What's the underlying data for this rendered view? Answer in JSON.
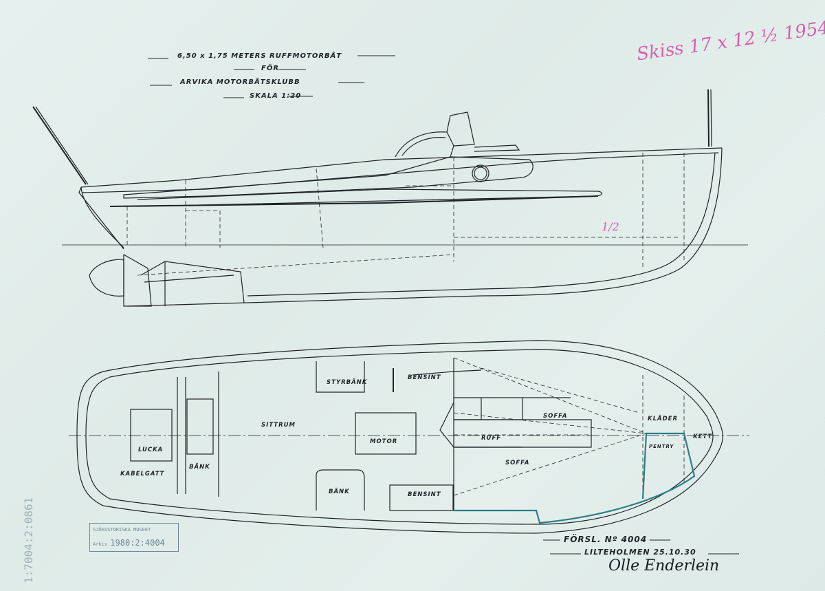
{
  "title_block": {
    "line1": "6,50 x 1,75 METERS RUFFMOTORBÅT",
    "line2": "FÖR",
    "line3": "ARVIKA MOTORBÅTSKLUBB",
    "line4": "SKALA 1:20"
  },
  "plan_labels": {
    "styrbank": "STYRBÄNK",
    "bensint_top": "BENSINT",
    "sittrum": "SITTRUM",
    "lucka": "LUCKA",
    "motor": "MOTOR",
    "bank_left": "BÄNK",
    "kabelgatt": "KABELGATT",
    "bank_bottom": "BÄNK",
    "bensint_bottom": "BENSINT",
    "soffa_top": "SOFFA",
    "ruff": "RUFF",
    "soffa_bottom": "SOFFA",
    "klader": "KLÄDER",
    "kett": "KETT",
    "pentry": "PENTRY"
  },
  "footer": {
    "forslag": "FÖRSL. Nº 4004",
    "place_date": "LILTEHOLMEN 25.10.30",
    "signature": "Olle Enderlein"
  },
  "stamp": {
    "line1": "SJÖHISTORISKA MUSEET",
    "line2_label": "Arkiv",
    "line2_number": "1980:2:4004"
  },
  "archive_vertical": "1:7004:2:0861",
  "pencil_notes": {
    "top_right": "Skiss 17 x 12 ½ 1954",
    "side_mark": "1/2"
  },
  "colors": {
    "paper": "#e3eeeb",
    "ink": "#1e2326",
    "teal": "#2a7e85",
    "pink": "#d6309a",
    "stamp": "#6f8796"
  }
}
